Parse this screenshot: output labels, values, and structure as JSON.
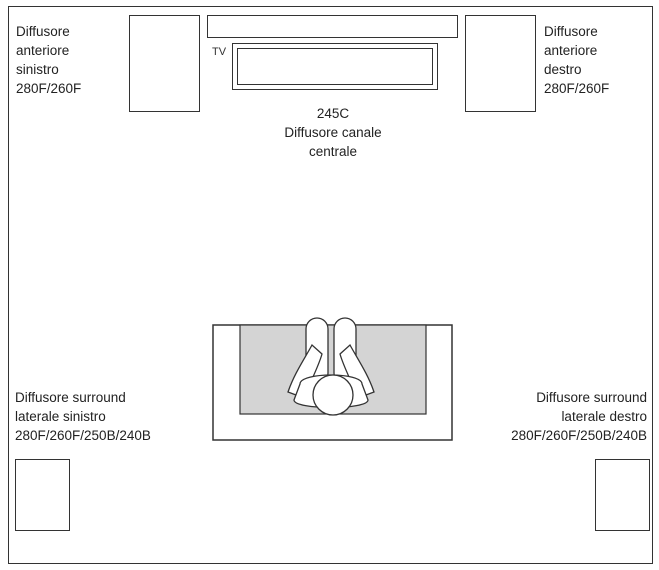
{
  "front_left": {
    "lines": [
      "Diffusore",
      "anteriore",
      "sinistro",
      "280F/260F"
    ]
  },
  "front_right": {
    "lines": [
      "Diffusore",
      "anteriore",
      "destro",
      "280F/260F"
    ]
  },
  "tv": {
    "label": "TV"
  },
  "center": {
    "lines": [
      "245C",
      "Diffusore canale",
      "centrale"
    ]
  },
  "surround_left": {
    "lines": [
      "Diffusore surround",
      "laterale sinistro",
      "280F/260F/250B/240B"
    ]
  },
  "surround_right": {
    "lines": [
      "Diffusore surround",
      "laterale destro",
      "280F/260F/250B/240B"
    ]
  },
  "colors": {
    "outline": "#333333",
    "couch_fill": "#d4d4d4",
    "background": "#ffffff"
  }
}
